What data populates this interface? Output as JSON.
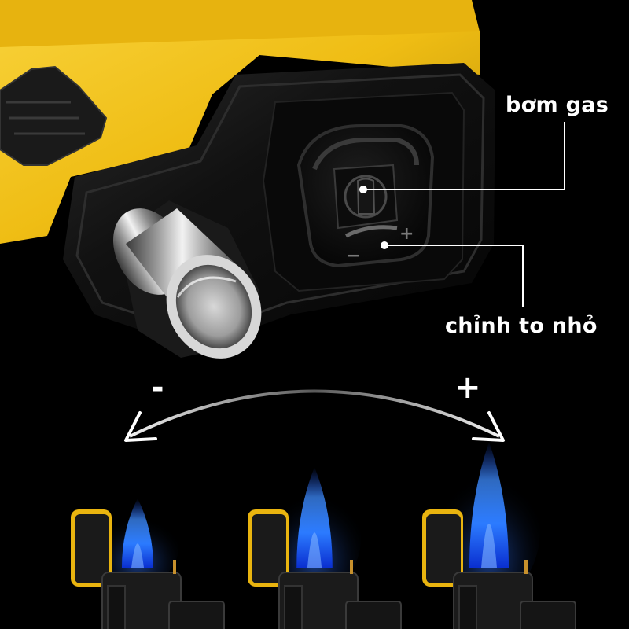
{
  "annotations": {
    "gas_refill_label": "bơm gas",
    "flame_adjust_label": "chỉnh to nhỏ"
  },
  "dial": {
    "minus_symbol": "−",
    "plus_symbol": "+"
  },
  "adjust_arc": {
    "minus_symbol": "-",
    "plus_symbol": "+"
  },
  "flame_levels": [
    {
      "level": "small",
      "relative_size": 0.55
    },
    {
      "level": "medium",
      "relative_size": 0.8
    },
    {
      "level": "large",
      "relative_size": 1.0
    }
  ],
  "colors": {
    "background": "#000000",
    "body_yellow": "#f2c11c",
    "body_black": "#0c0c0c",
    "flame_blue": "#1f6bff",
    "text": "#ffffff"
  }
}
